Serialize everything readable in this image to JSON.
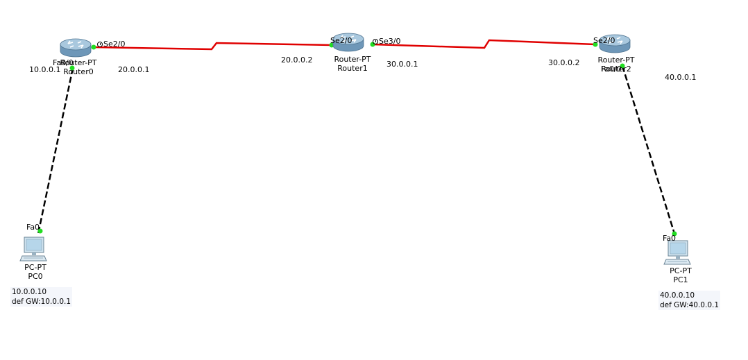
{
  "colors": {
    "serial_link": "#e00000",
    "ethernet_link": "#000000",
    "port_up": "#22dd22"
  },
  "devices": {
    "router0": {
      "model": "Router-PT",
      "name": "Router0",
      "icon": "router-icon"
    },
    "router1": {
      "model": "Router-PT",
      "name": "Router1",
      "icon": "router-icon"
    },
    "router2": {
      "model": "Router-PT",
      "name": "Router2",
      "icon": "router-icon"
    },
    "pc0": {
      "model": "PC-PT",
      "name": "PC0",
      "icon": "pc-icon"
    },
    "pc1": {
      "model": "PC-PT",
      "name": "PC1",
      "icon": "pc-icon"
    }
  },
  "ports": {
    "r0_fa": "Fa0/0",
    "r0_se": "Se2/0",
    "r1_se2": "Se2/0",
    "r1_se3": "Se3/0",
    "r2_se": "Se2/0",
    "r2_fa": "Fa0/0",
    "pc0_fa": "Fa0",
    "pc1_fa": "Fa0"
  },
  "ip_labels": {
    "r0_fa": "10.0.0.1",
    "r0_se": "20.0.0.1",
    "r1_se2": "20.0.0.2",
    "r1_se3": "30.0.0.1",
    "r2_se": "30.0.0.2",
    "r2_fa": "40.0.0.1"
  },
  "notes": {
    "pc0": {
      "ip": "10.0.0.10",
      "gw": "def GW:10.0.0.1"
    },
    "pc1": {
      "ip": "40.0.0.10",
      "gw": "def GW:40.0.0.1"
    }
  }
}
